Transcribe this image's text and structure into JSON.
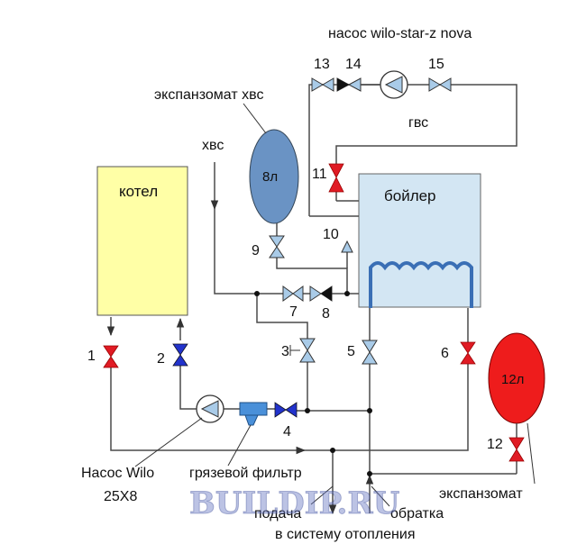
{
  "labels": {
    "pump_dhw": "насос wilo-star-z nova",
    "expansion_dhw": "экспанзомат хвс",
    "cold_water": "хвс",
    "hot_water": "гвс",
    "boiler_heater": "котел",
    "tank": "бойлер",
    "pump_main_line1": "Насос Wilo",
    "pump_main_line2": "25Х8",
    "filter": "грязевой фильтр",
    "supply_line1": "подача",
    "supply_line2": "в систему отопления",
    "return": "обратка",
    "expansion_heating": "экспанзомат",
    "watermark": "BUILDIP.RU"
  },
  "vessels": {
    "small_volume": "8л",
    "large_volume": "12л"
  },
  "numbers": {
    "n1": "1",
    "n2": "2",
    "n3": "3",
    "n4": "4",
    "n5": "5",
    "n6": "6",
    "n7": "7",
    "n8": "8",
    "n9": "9",
    "n10": "10",
    "n11": "11",
    "n12": "12",
    "n13": "13",
    "n14": "14",
    "n15": "15"
  },
  "colors": {
    "boiler_fill": "#ffffa6",
    "tank_fill": "#d3e6f3",
    "vessel_blue": "#6a93c4",
    "vessel_red": "#ee1c1c",
    "valve_red": "#e01b24",
    "valve_blue": "#2233cc",
    "device_blue": "#4a90d9",
    "pipe": "#4a4a4a"
  }
}
